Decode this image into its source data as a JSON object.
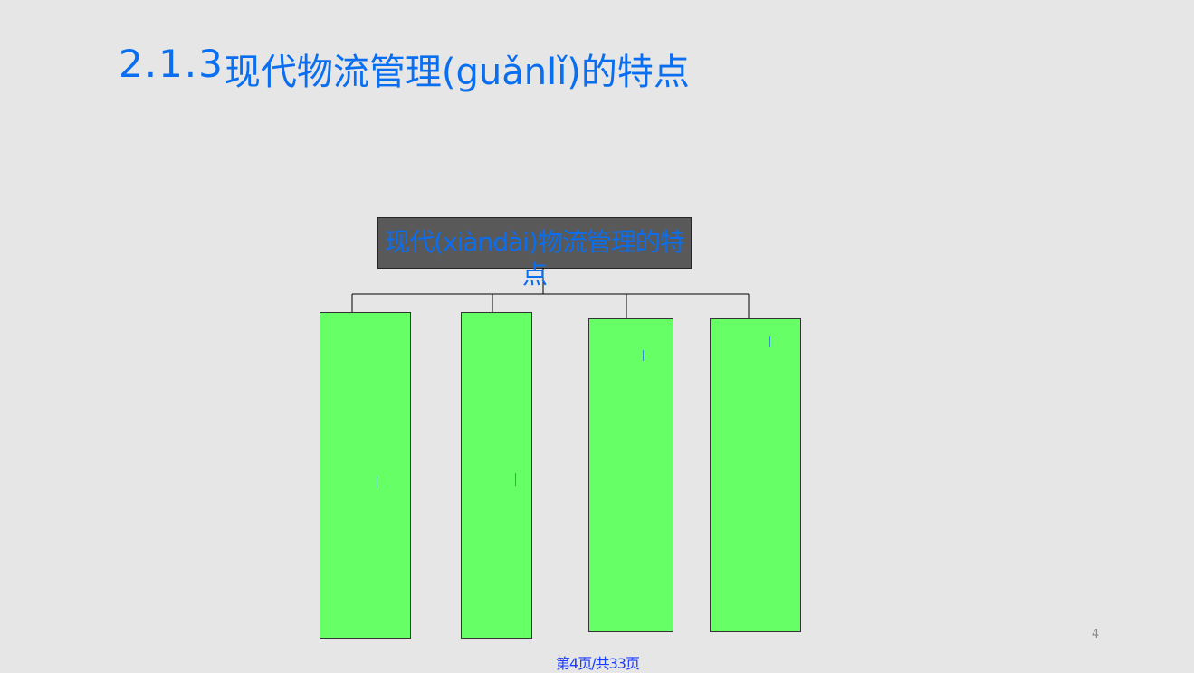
{
  "slide": {
    "title_number": "2.1.3",
    "title_text": "现代物流管理(guǎnlǐ)的特点",
    "page_number": "4",
    "footer": "第4页/共33页"
  },
  "diagram": {
    "root_label": "现代(xiàndài)物流管理的特点",
    "children": [
      {
        "label": ""
      },
      {
        "label": ""
      },
      {
        "label": ""
      },
      {
        "label": ""
      }
    ]
  },
  "colors": {
    "title": "#0a6ef0",
    "root_fill": "#595959",
    "child_fill": "#66ff66",
    "background": "#e6e6e6"
  }
}
